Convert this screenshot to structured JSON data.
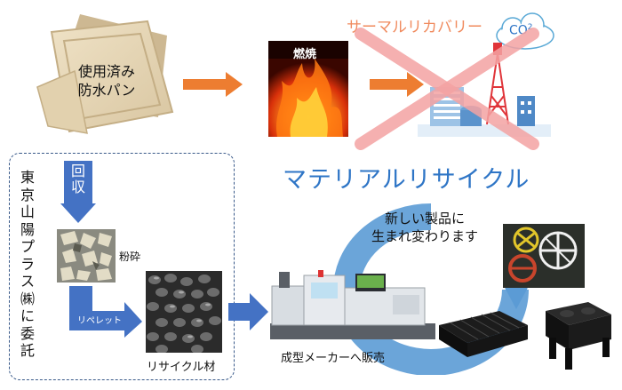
{
  "used_pan": {
    "line1": "使用済み",
    "line2": "防水パン"
  },
  "fire_label": "燃焼",
  "thermal_recovery": "サーマルリカバリー",
  "co2": "CO",
  "co2_sub": "2",
  "material_recycle": "マテリアルリサイクル",
  "new_products": {
    "line1": "新しい製品に",
    "line2": "生まれ変わります"
  },
  "collect": {
    "line1": "回",
    "line2": "収"
  },
  "consign_vertical": "東京山陽プラス㈱に委託",
  "crush": "粉砕",
  "repellet": "リペレット",
  "recycled_material": "リサイクル材",
  "sell_to_maker": "成型メーカーへ販売",
  "colors": {
    "orange_arrow": "#ED7D31",
    "blue_arrow": "#4472C4",
    "cycle_blue": "#5B9BD5",
    "title_blue": "#2E75C6",
    "cross_red": "#F4A3A3",
    "thermal_text": "#F08A5D"
  }
}
